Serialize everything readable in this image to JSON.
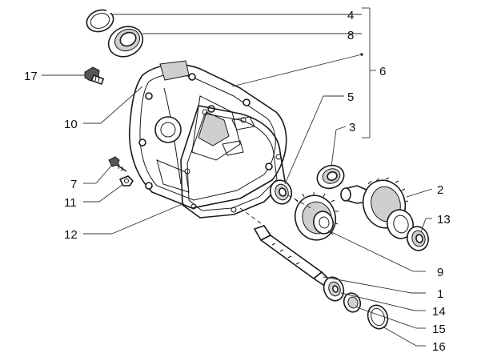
{
  "callouts": {
    "c1": "1",
    "c2": "2",
    "c3": "3",
    "c4": "4",
    "c5": "5",
    "c6": "6",
    "c7": "7",
    "c8": "8",
    "c9": "9",
    "c10": "10",
    "c11": "11",
    "c12": "12",
    "c13": "13",
    "c14": "14",
    "c15": "15",
    "c16": "16",
    "c17": "17"
  },
  "colors": {
    "line": "#1a1a1a",
    "leader": "#333333",
    "background": "#ffffff"
  }
}
